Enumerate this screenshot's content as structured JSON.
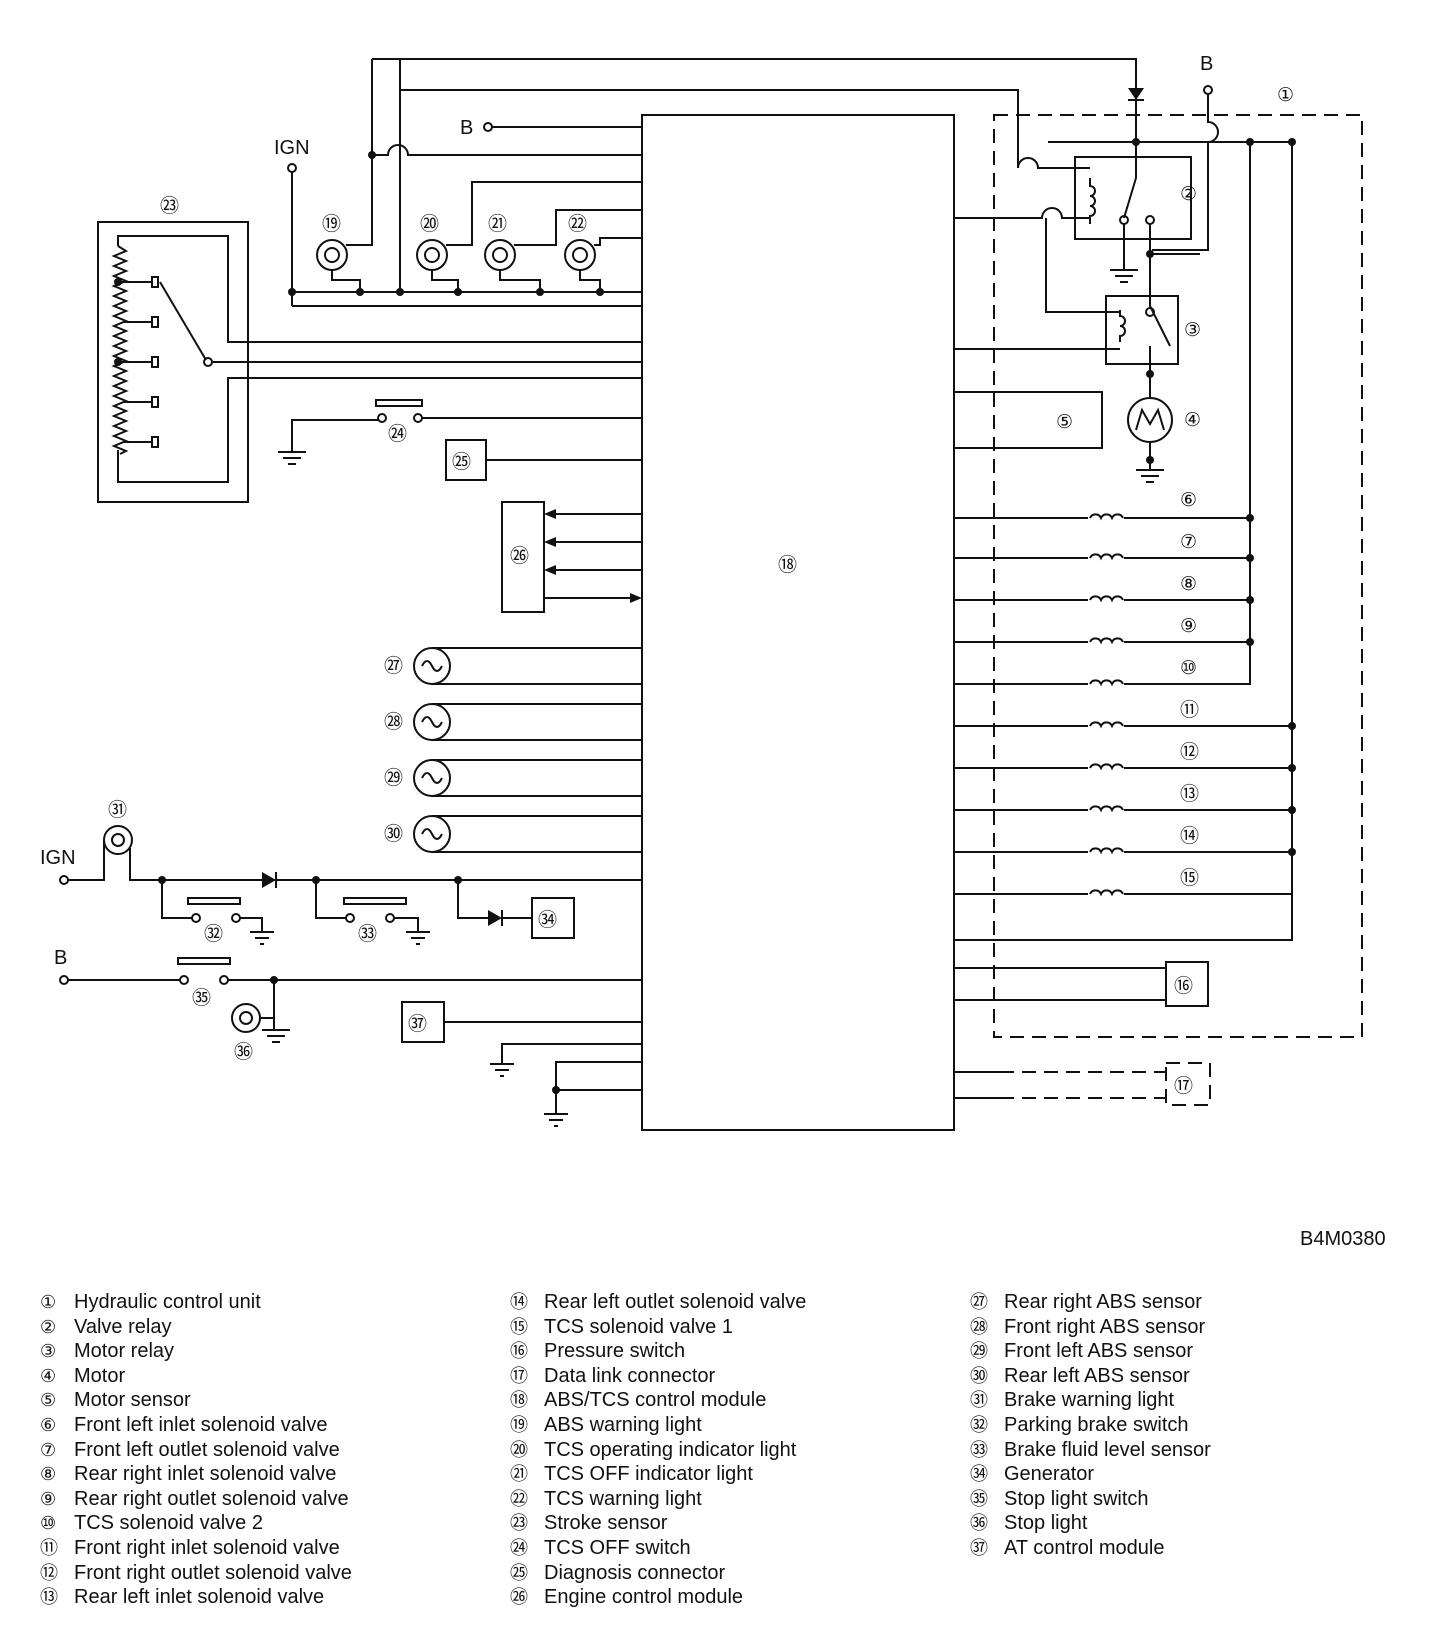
{
  "diagram_labels": {
    "ign": "IGN",
    "b": "B",
    "figure_code": "B4M0380"
  },
  "callouts": {
    "c1": "①",
    "c2": "②",
    "c3": "③",
    "c4": "④",
    "c5": "⑤",
    "c6": "⑥",
    "c7": "⑦",
    "c8": "⑧",
    "c9": "⑨",
    "c10": "⑩",
    "c11": "⑪",
    "c12": "⑫",
    "c13": "⑬",
    "c14": "⑭",
    "c15": "⑮",
    "c16": "⑯",
    "c17": "⑰",
    "c18": "⑱",
    "c19": "⑲",
    "c20": "⑳",
    "c21": "㉑",
    "c22": "㉒",
    "c23": "㉓",
    "c24": "㉔",
    "c25": "㉕",
    "c26": "㉖",
    "c27": "㉗",
    "c28": "㉘",
    "c29": "㉙",
    "c30": "㉚",
    "c31": "㉛",
    "c32": "㉜",
    "c33": "㉝",
    "c34": "㉞",
    "c35": "㉟",
    "c36": "㊱",
    "c37": "㊲"
  },
  "legend": {
    "col1": [
      {
        "n": "①",
        "t": "Hydraulic control unit"
      },
      {
        "n": "②",
        "t": "Valve relay"
      },
      {
        "n": "③",
        "t": "Motor relay"
      },
      {
        "n": "④",
        "t": "Motor"
      },
      {
        "n": "⑤",
        "t": "Motor sensor"
      },
      {
        "n": "⑥",
        "t": "Front left inlet solenoid valve"
      },
      {
        "n": "⑦",
        "t": "Front left outlet solenoid valve"
      },
      {
        "n": "⑧",
        "t": "Rear right inlet solenoid valve"
      },
      {
        "n": "⑨",
        "t": "Rear right outlet solenoid valve"
      },
      {
        "n": "⑩",
        "t": "TCS solenoid valve 2"
      },
      {
        "n": "⑪",
        "t": "Front right inlet solenoid valve"
      },
      {
        "n": "⑫",
        "t": "Front right outlet solenoid valve"
      },
      {
        "n": "⑬",
        "t": "Rear left inlet solenoid valve"
      }
    ],
    "col2": [
      {
        "n": "⑭",
        "t": "Rear left outlet solenoid valve"
      },
      {
        "n": "⑮",
        "t": "TCS solenoid valve 1"
      },
      {
        "n": "⑯",
        "t": "Pressure switch"
      },
      {
        "n": "⑰",
        "t": "Data link connector"
      },
      {
        "n": "⑱",
        "t": "ABS/TCS control module"
      },
      {
        "n": "⑲",
        "t": "ABS warning light"
      },
      {
        "n": "⑳",
        "t": "TCS operating indicator light"
      },
      {
        "n": "㉑",
        "t": "TCS OFF indicator light"
      },
      {
        "n": "㉒",
        "t": "TCS warning light"
      },
      {
        "n": "㉓",
        "t": "Stroke sensor"
      },
      {
        "n": "㉔",
        "t": "TCS OFF switch"
      },
      {
        "n": "㉕",
        "t": "Diagnosis connector"
      },
      {
        "n": "㉖",
        "t": "Engine control module"
      }
    ],
    "col3": [
      {
        "n": "㉗",
        "t": "Rear right ABS sensor"
      },
      {
        "n": "㉘",
        "t": "Front right ABS sensor"
      },
      {
        "n": "㉙",
        "t": "Front left ABS sensor"
      },
      {
        "n": "㉚",
        "t": "Rear left ABS sensor"
      },
      {
        "n": "㉛",
        "t": "Brake warning light"
      },
      {
        "n": "㉜",
        "t": "Parking brake switch"
      },
      {
        "n": "㉝",
        "t": "Brake fluid level sensor"
      },
      {
        "n": "㉞",
        "t": "Generator"
      },
      {
        "n": "㉟",
        "t": "Stop light switch"
      },
      {
        "n": "㊱",
        "t": "Stop light"
      },
      {
        "n": "㊲",
        "t": "AT control module"
      }
    ]
  }
}
